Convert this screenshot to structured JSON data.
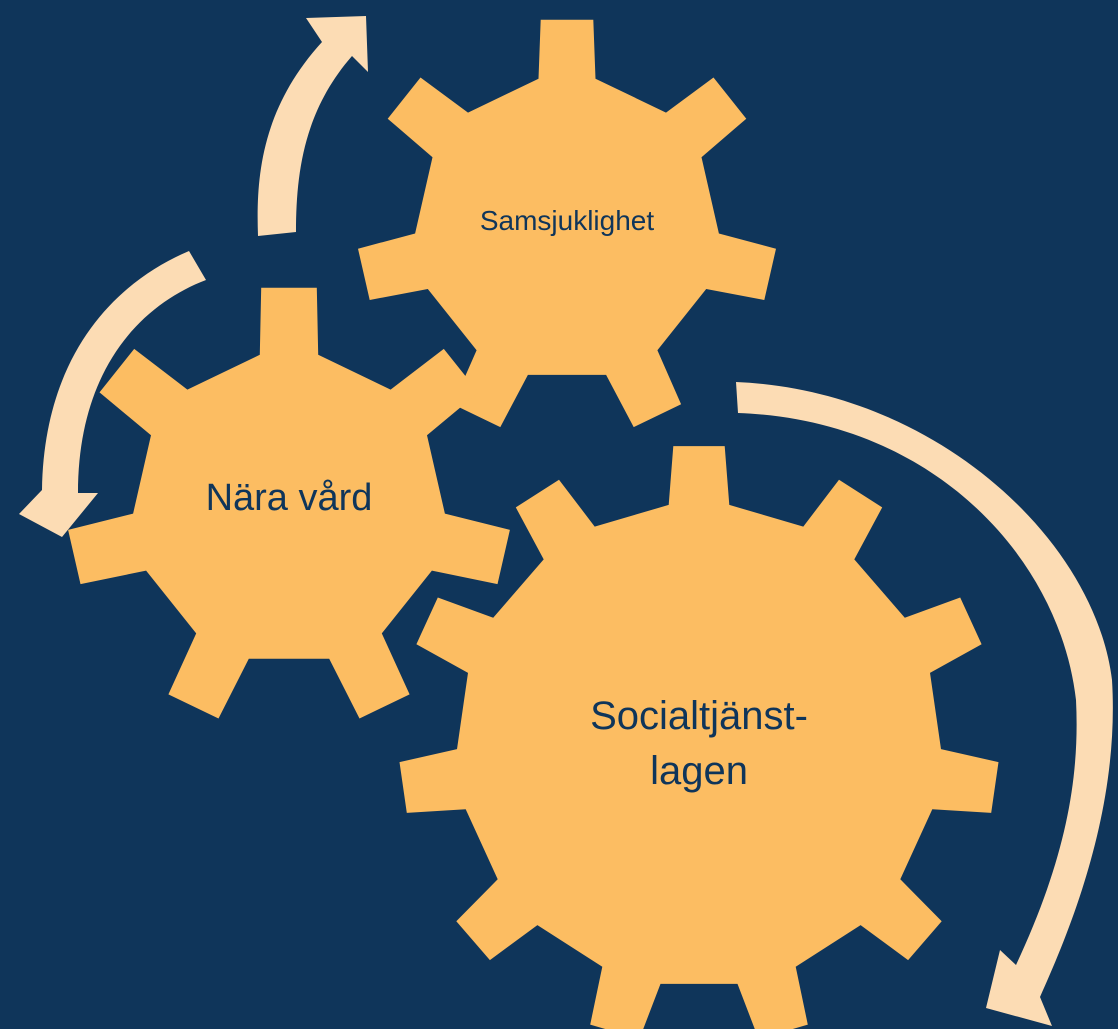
{
  "colors": {
    "background": "#0f355a",
    "gear_fill": "#fcbd62",
    "arrow_fill": "#fcdcb4",
    "label_text": "#0f355a"
  },
  "gears": {
    "samsjuklighet": {
      "label": "Samsjuklighet"
    },
    "nara_vard": {
      "label": "Nära vård"
    },
    "socialtjanstlagen": {
      "line1": "Socialtjänst-",
      "line2": "lagen"
    }
  },
  "arrows": [
    {
      "name": "arrow-up-left",
      "direction": "up"
    },
    {
      "name": "arrow-left-down",
      "direction": "down"
    },
    {
      "name": "arrow-right-down",
      "direction": "down"
    }
  ]
}
